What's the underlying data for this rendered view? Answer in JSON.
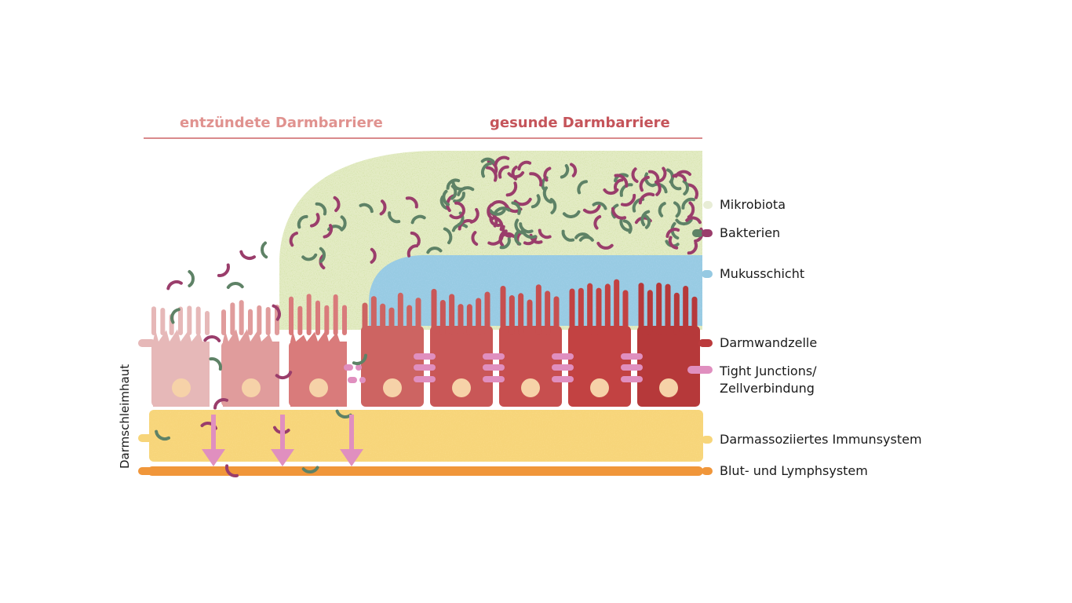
{
  "headers": {
    "inflamed": "entzündete Darmbarriere",
    "healthy": "gesunde Darmbarriere"
  },
  "side_label": "Darmschleimhaut",
  "legend": [
    {
      "key": "microbiota",
      "label": "Mikrobiota",
      "color": "#e8edd6"
    },
    {
      "key": "bacteria",
      "label": "Bakterien",
      "color": "#9a3d6b",
      "color2": "#5e8266"
    },
    {
      "key": "mucus",
      "label": "Mukusschicht",
      "color": "#95c9e2"
    },
    {
      "key": "cell",
      "label": "Darmwandzelle",
      "color": "#bb3a3c"
    },
    {
      "key": "tight",
      "label": "Tight Junctions/",
      "label2": "Zellverbindung",
      "color": "#e08fbf"
    },
    {
      "key": "immune",
      "label": "Darmassoziiertes Immunsystem",
      "color": "#f7d57a"
    },
    {
      "key": "blood",
      "label": "Blut- und Lymphsystem",
      "color": "#f0963a"
    }
  ],
  "colors": {
    "inflamed_header": "#e0928f",
    "healthy_header": "#c5545a",
    "cells": [
      "#e6b8b8",
      "#e09c9c",
      "#d97b7b",
      "#cd6462",
      "#c95757",
      "#c74f4f",
      "#c24242",
      "#b6393a"
    ],
    "nucleus": "#f6d2a8",
    "arrow": "#e08fbf"
  }
}
